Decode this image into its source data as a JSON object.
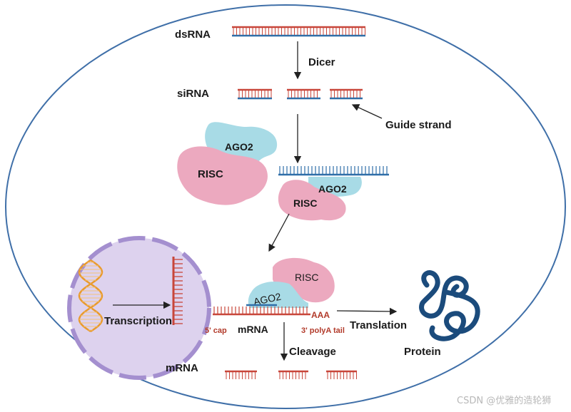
{
  "labels": {
    "dsrna": "dsRNA",
    "dicer": "Dicer",
    "sirna": "siRNA",
    "guide_strand": "Guide strand",
    "ago2_a": "AGO2",
    "risc_a": "RISC",
    "ago2_b": "AGO2",
    "risc_b": "RISC",
    "ago2_c": "AGO2",
    "risc_c": "RISC",
    "transcription": "Transcription",
    "mrna_nucleus": "mRNA",
    "five_cap": "5' cap",
    "mrna": "mRNA",
    "polya_tail": "3' polyA tail",
    "aaa": "AAA",
    "translation": "Translation",
    "cleavage": "Cleavage",
    "protein": "Protein"
  },
  "watermark": "CSDN @优雅的造轮狮",
  "colors": {
    "cell_border": "#3f6fa8",
    "rna_red": "#c8463a",
    "guide_blue": "#2f6ea8",
    "ago2": "#a8dbe6",
    "risc": "#eca9bf",
    "nucleus": "#ddd2ee",
    "nucleus_border": "#a48fcf",
    "dna": "#e99a2c",
    "protein": "#1b4b7c"
  }
}
